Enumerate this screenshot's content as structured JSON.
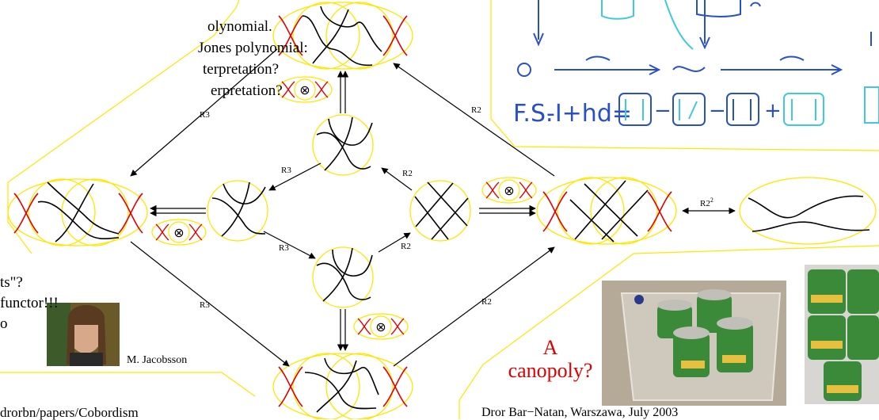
{
  "left_text": {
    "line1": "olynomial.",
    "line2": "Jones polynomial:",
    "line3": "terpretation?",
    "line4": "erpretation?",
    "line5": "ts\"?",
    "line6": "functor!!!",
    "line7": "o"
  },
  "portrait_caption": "M. Jacobsson",
  "url_fragment": "drorbn/papers/Cobordism",
  "footer": "Dror Bar−Natan, Warszawa, July 2003",
  "canopoly": {
    "line1": "A",
    "line2": "canopoly?"
  },
  "handwriting": {
    "fs": "F.S.",
    "formula": "-I+hd="
  },
  "edge_labels": {
    "r3_upper_left": "R3",
    "r3_lower_left": "R3",
    "r3_inner_upper": "R3",
    "r3_inner_lower": "R3",
    "r2_upper_right": "R2",
    "r2_lower_right": "R2",
    "r2_inner_upper": "R2",
    "r2_inner_lower": "R2",
    "r2_squared": "R2",
    "r2_squared_exp": "2"
  },
  "tensor_symbol": "⊗",
  "colors": {
    "yellow": "#ffe600",
    "red": "#e00000",
    "strand": "#000000",
    "cyan": "#40c8e0"
  }
}
